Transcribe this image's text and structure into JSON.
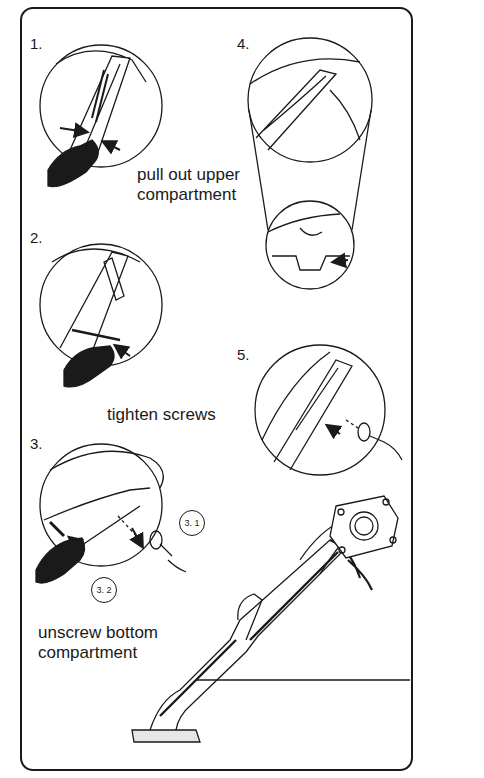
{
  "diagram": {
    "nodes": [
      {
        "text": [
          "3. 1"
        ]
      },
      {
        "text": [
          "3. 2"
        ]
      }
    ],
    "labels": [
      "1.",
      "4.",
      "pull out upper compartment",
      "2.",
      "5.",
      "tighten screws",
      "3.",
      "unscrew bottom compartment"
    ]
  }
}
